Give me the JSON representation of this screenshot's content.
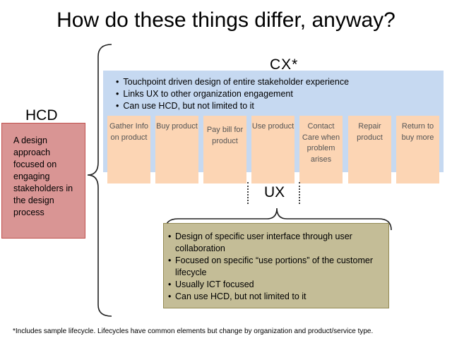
{
  "title": "How do these things differ, anyway?",
  "hcd": {
    "label": "HCD",
    "description": "A design approach focused on engaging stakeholders in the design process"
  },
  "cx": {
    "label": "CX*",
    "bullets": [
      "Touchpoint driven design of entire stakeholder experience",
      "Links UX to other organization engagement",
      "Can use HCD, but not limited to it"
    ],
    "lifecycle_steps": [
      "Gather Info on product",
      "Buy product",
      "Pay bill for product",
      "Use product",
      "Contact Care when problem arises",
      "Repair product",
      "Return to buy more"
    ]
  },
  "ux": {
    "label": "UX",
    "bullets": [
      "Design of specific user interface through user collaboration",
      "Focused on specific “use portions” of the customer lifecycle",
      "Usually ICT focused",
      "Can use HCD, but not limited to it"
    ]
  },
  "footnote": "*Includes sample lifecycle. Lifecycles  have common elements but change by organization and product/service type.",
  "colors": {
    "hcd_fill": "#d99594",
    "cx_fill": "#c6d9f1",
    "step_fill": "#fcd5b4",
    "ux_fill": "#c4bd97"
  }
}
